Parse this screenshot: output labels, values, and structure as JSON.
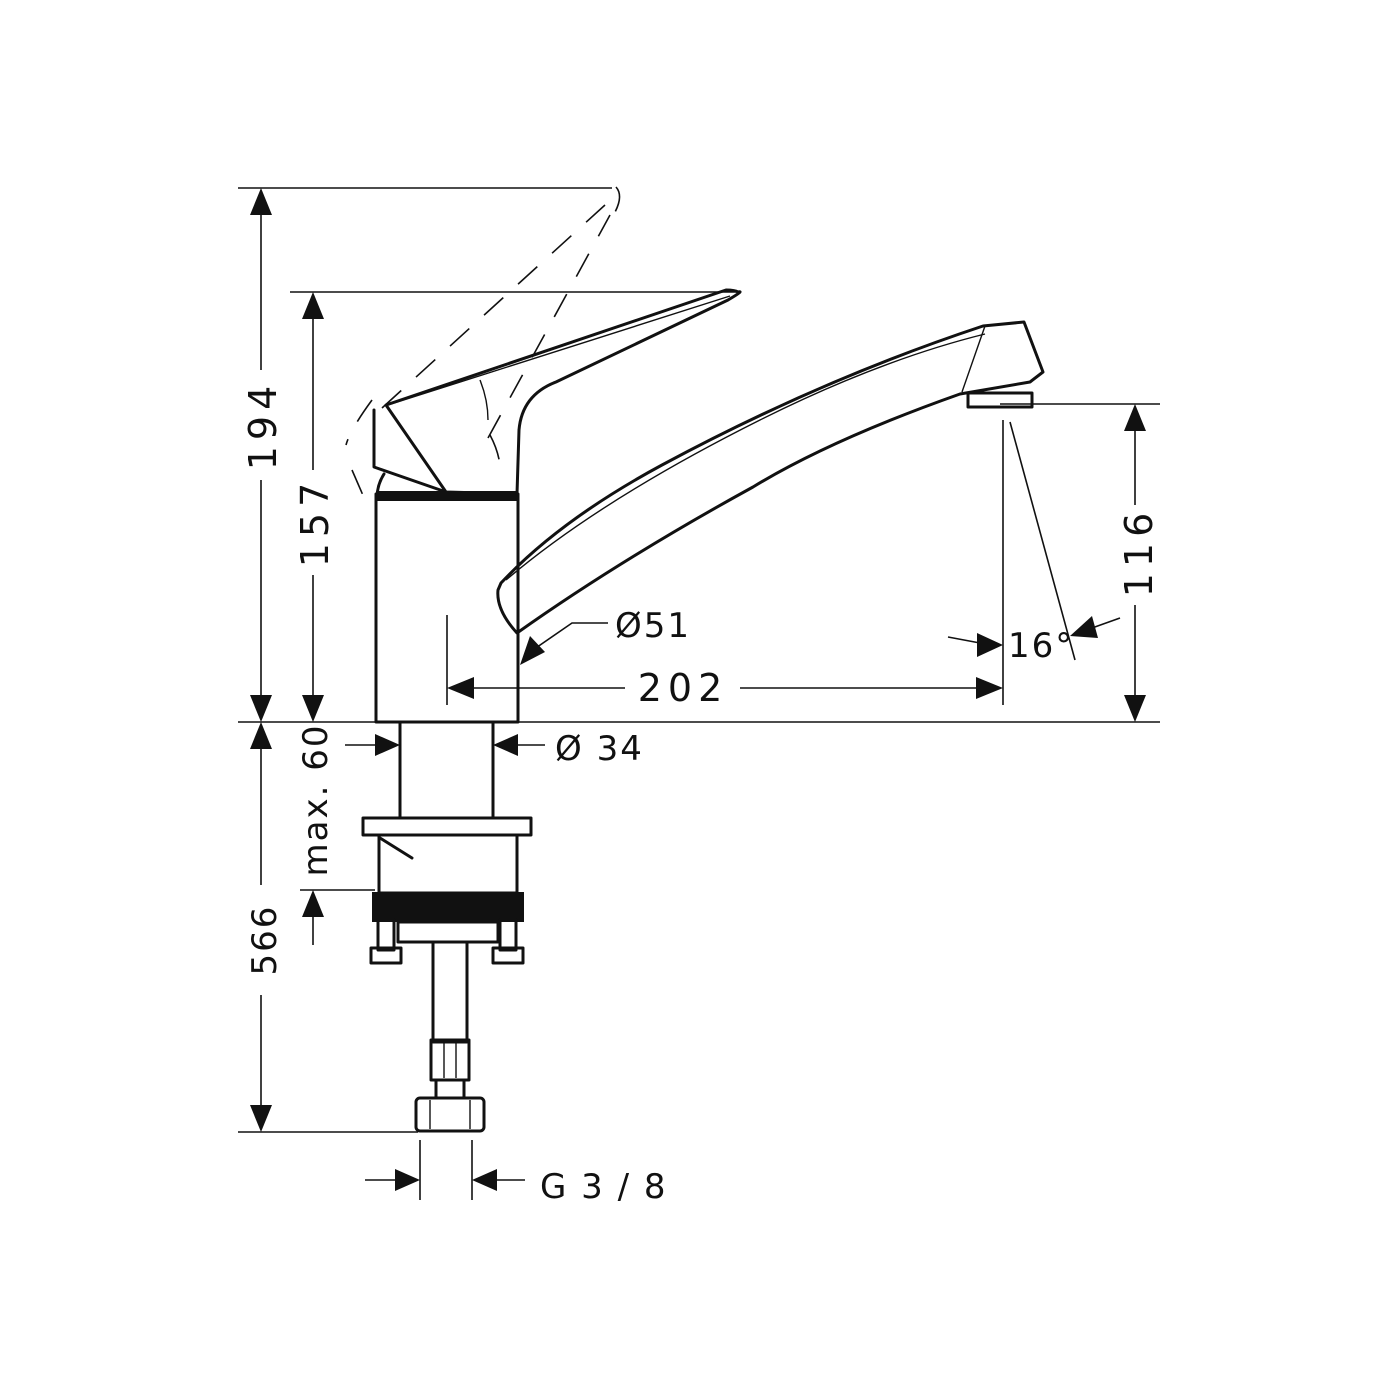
{
  "dimensions": {
    "total_height": "194",
    "lever_height": "157",
    "spout_height": "116",
    "spout_reach": "202",
    "body_diameter": "Ø51",
    "spout_angle": "16°",
    "shank_diameter": "Ø 34",
    "max_counter_thickness": "max. 60",
    "hose_length": "566",
    "connection_thread": "G 3 / 8"
  }
}
